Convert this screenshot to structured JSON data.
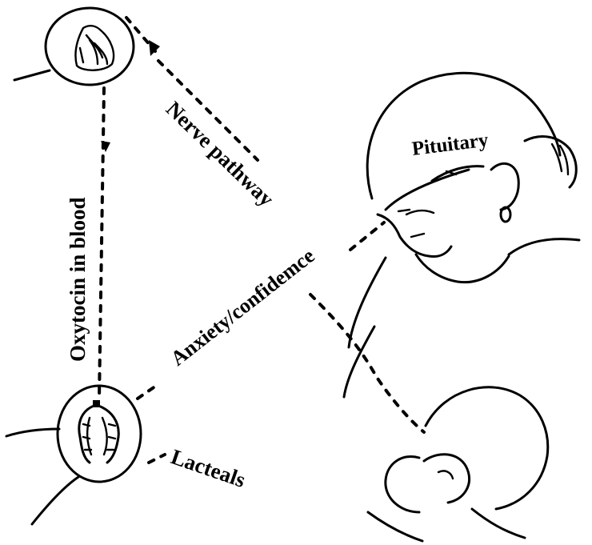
{
  "labels": {
    "nerve_pathway": "Nerve pathway",
    "oxytocin": "Oxytocin in blood",
    "pituitary": "Pituitary",
    "anxiety": "Anxiety/confidemce",
    "lacteals": "Lacteals"
  },
  "colors": {
    "ink": "#000000",
    "background": "#ffffff"
  }
}
